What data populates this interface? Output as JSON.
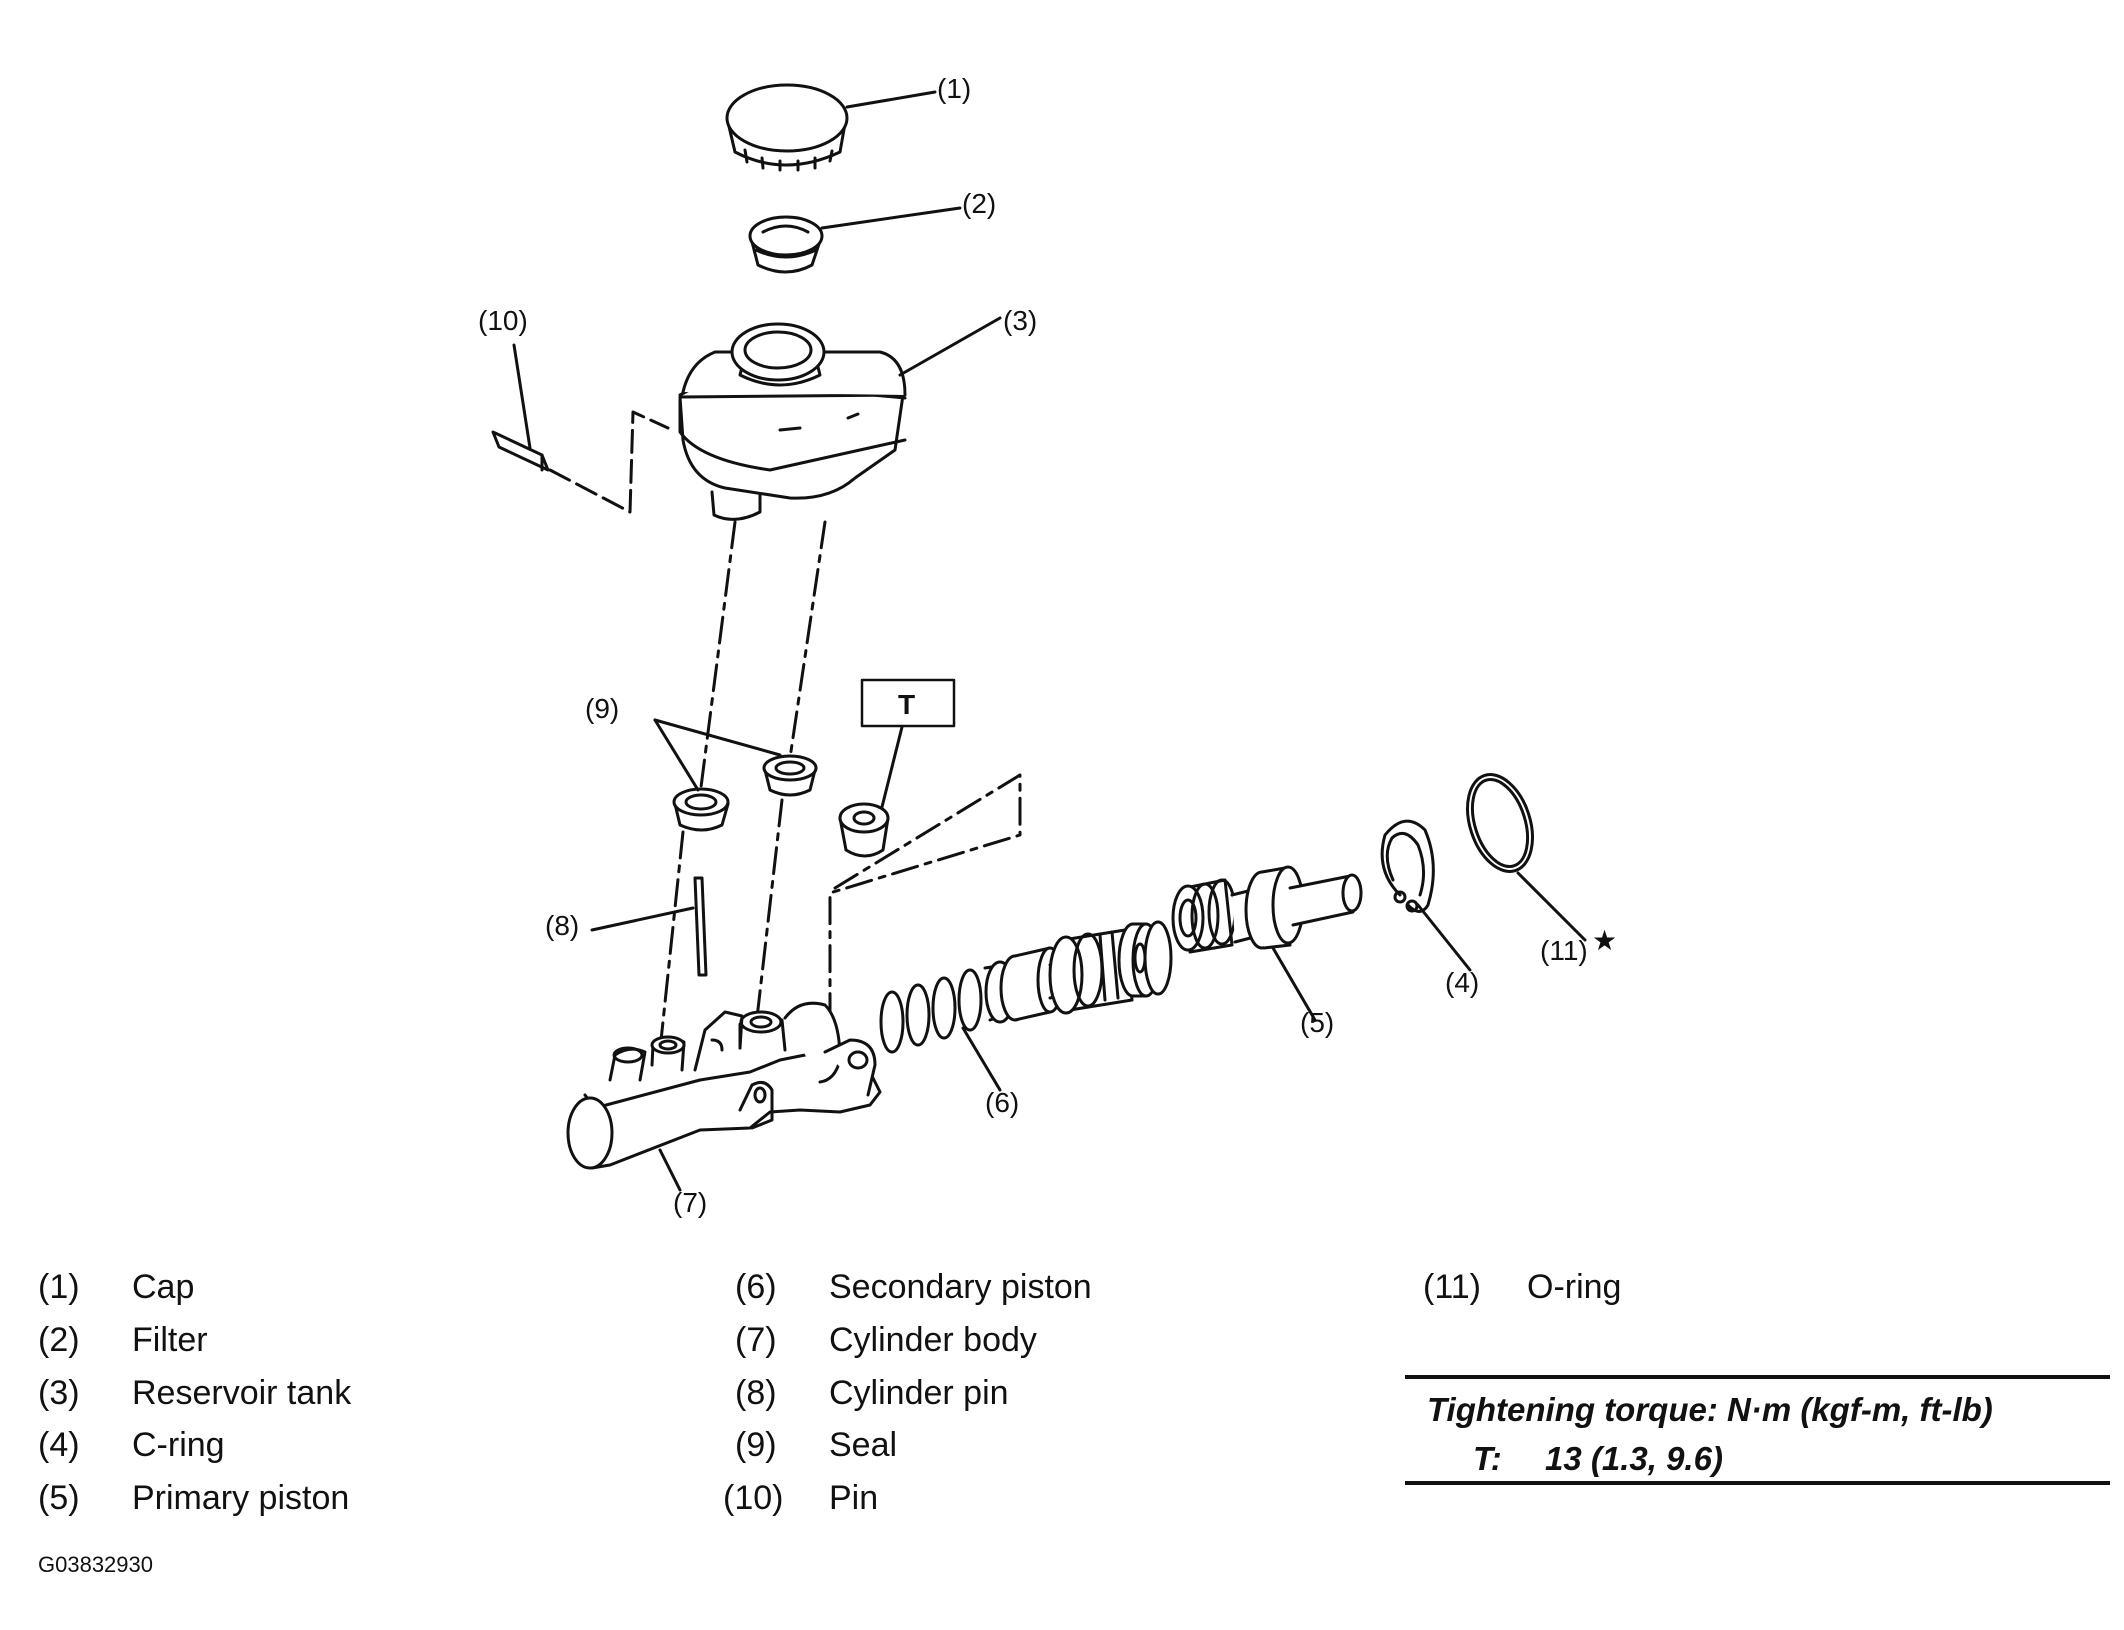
{
  "callouts": {
    "c1": "(1)",
    "c2": "(2)",
    "c3": "(3)",
    "c4": "(4)",
    "c5": "(5)",
    "c6": "(6)",
    "c7": "(7)",
    "c8": "(8)",
    "c9": "(9)",
    "c10": "(10)",
    "c11": "(11)",
    "star": "★",
    "torque_tag": "T"
  },
  "legend": [
    {
      "num": "(1)",
      "name": "Cap"
    },
    {
      "num": "(2)",
      "name": "Filter"
    },
    {
      "num": "(3)",
      "name": "Reservoir tank"
    },
    {
      "num": "(4)",
      "name": "C-ring"
    },
    {
      "num": "(5)",
      "name": "Primary piston"
    },
    {
      "num": "(6)",
      "name": "Secondary piston"
    },
    {
      "num": "(7)",
      "name": "Cylinder body"
    },
    {
      "num": "(8)",
      "name": "Cylinder pin"
    },
    {
      "num": "(9)",
      "name": "Seal"
    },
    {
      "num": "(10)",
      "name": "Pin"
    },
    {
      "num": "(11)",
      "name": "O-ring"
    }
  ],
  "torque": {
    "heading": "Tightening torque: N·m (kgf-m, ft-lb)",
    "code": "T:",
    "value": "13 (1.3, 9.6)"
  },
  "figure_id": "G03832930"
}
